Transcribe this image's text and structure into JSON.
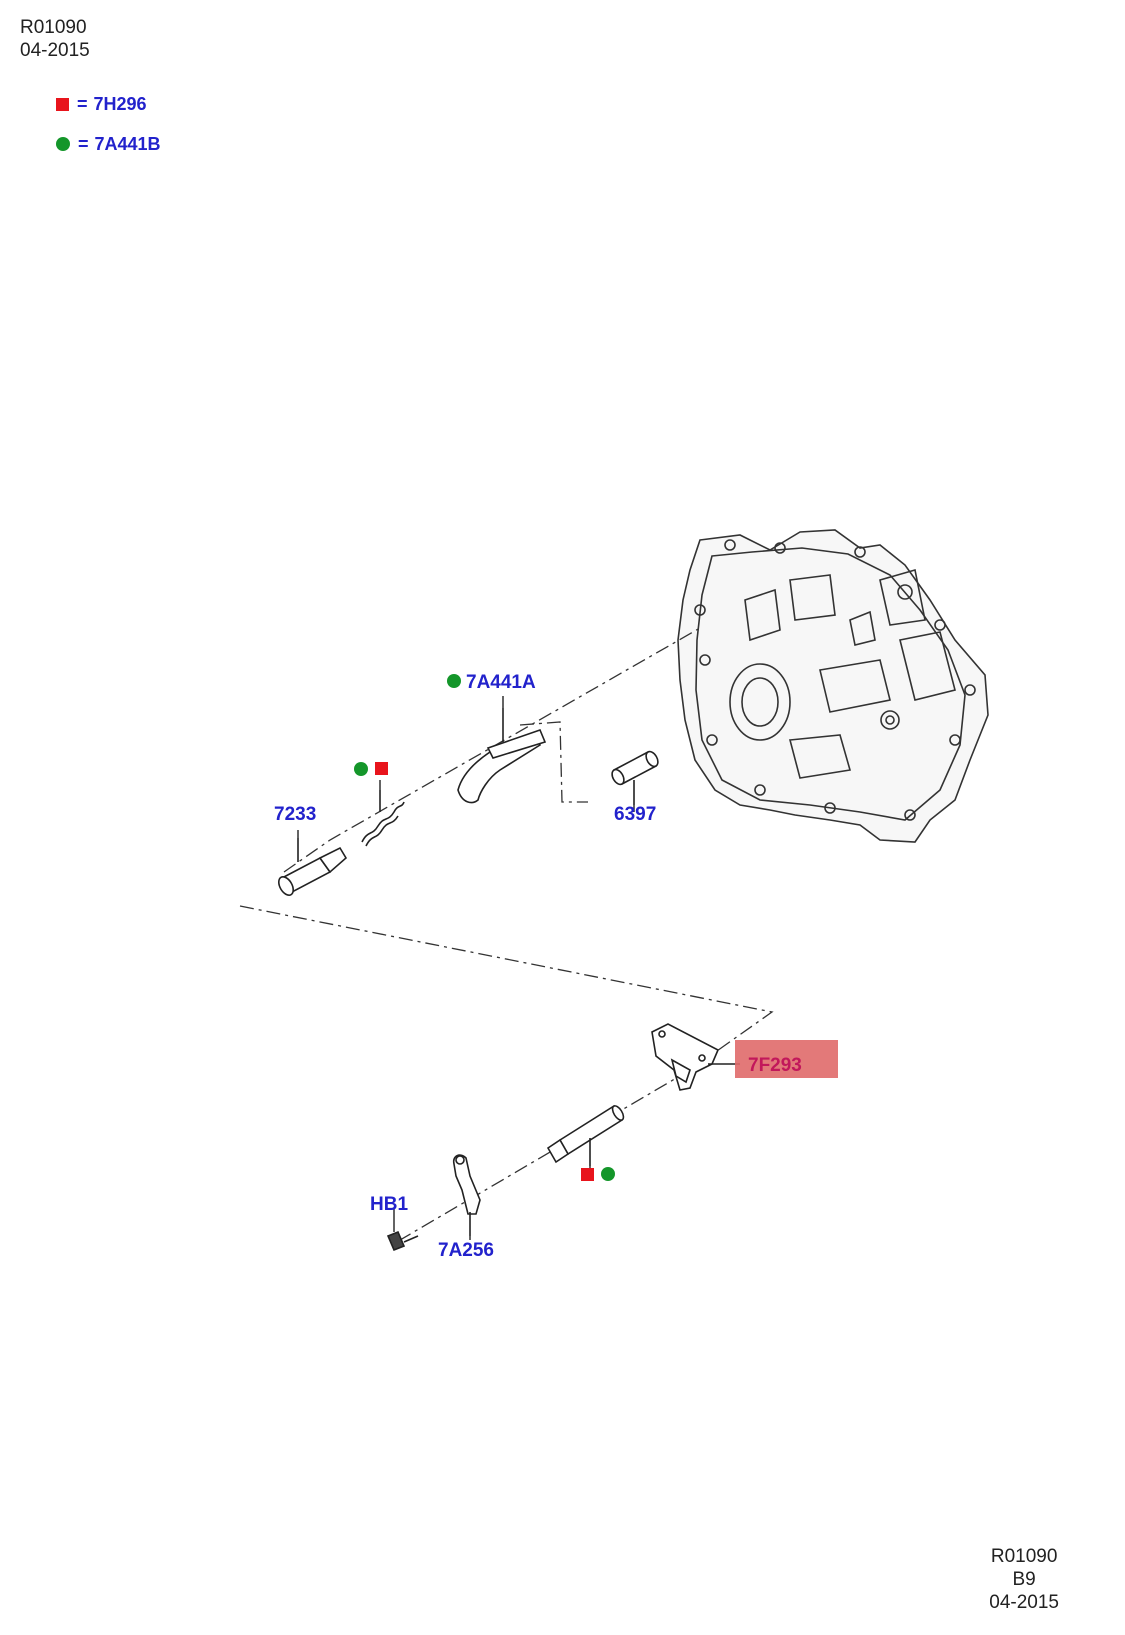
{
  "header": {
    "code": "R01090",
    "date": "04-2015"
  },
  "footer": {
    "code": "R01090",
    "sheet": "B9",
    "date": "04-2015"
  },
  "legend": [
    {
      "symbol": "square",
      "color": "#e8141c",
      "code": "7H296"
    },
    {
      "symbol": "circle",
      "color": "#14962a",
      "code": "7A441B"
    }
  ],
  "legend_equals": "=",
  "callouts": {
    "c_7A441A": "7A441A",
    "c_7233": "7233",
    "c_6397": "6397",
    "c_7F293": "7F293",
    "c_HB1": "HB1",
    "c_7A256": "7A256"
  },
  "colors": {
    "callout": "#2222cc",
    "highlight": "#e06a6a",
    "highlight_text": "#c2185b",
    "line": "#222222"
  }
}
